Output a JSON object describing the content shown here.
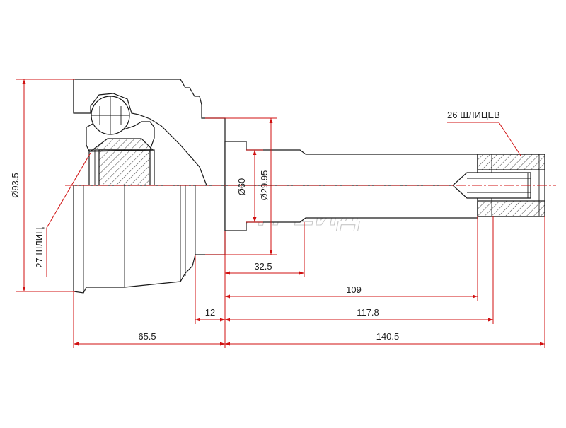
{
  "watermark": "АВТОТРЕЙД",
  "labels": {
    "spline_outer": "26 ШЛИЦЕВ",
    "spline_inner": "27 ШЛИЦ"
  },
  "dimensions": {
    "outer_diameter": "Ø93.5",
    "bell_diameter": "Ø60",
    "shaft_diameter": "Ø29.95",
    "d_32_5": "32.5",
    "d_109": "109",
    "d_12": "12",
    "d_117_8": "117.8",
    "d_65_5": "65.5",
    "d_140_5": "140.5"
  },
  "colors": {
    "dimension_lines": "#d01010",
    "outline": "#1a1a1a",
    "watermark": "#c8c8c8"
  }
}
